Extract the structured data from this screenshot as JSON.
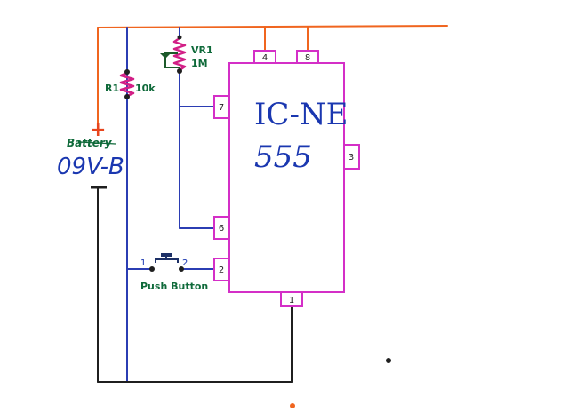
{
  "colors": {
    "vcc_wire": "#f0651f",
    "signal_wire": "#2b3db3",
    "ground_wire": "#1f1f1f",
    "ic_outline": "#d42fc7",
    "resistor": "#d21f86",
    "label_green": "#0f6a3a",
    "label_blue": "#1a37b0",
    "battery_plus": "#e8451d"
  },
  "ic": {
    "name_line1": "IC-NE",
    "name_line2": "555",
    "pins": {
      "p1": "1",
      "p2": "2",
      "p3": "3",
      "p4": "4",
      "p6": "6",
      "p7": "7",
      "p8": "8"
    }
  },
  "battery": {
    "label": "Battery",
    "voltage": "09V-B",
    "plus": "+"
  },
  "r1": {
    "name": "R1",
    "value": "10k"
  },
  "vr1": {
    "name": "VR1",
    "value": "1M"
  },
  "push_button": {
    "label": "Push Button",
    "terminal1": "1",
    "terminal2": "2"
  }
}
